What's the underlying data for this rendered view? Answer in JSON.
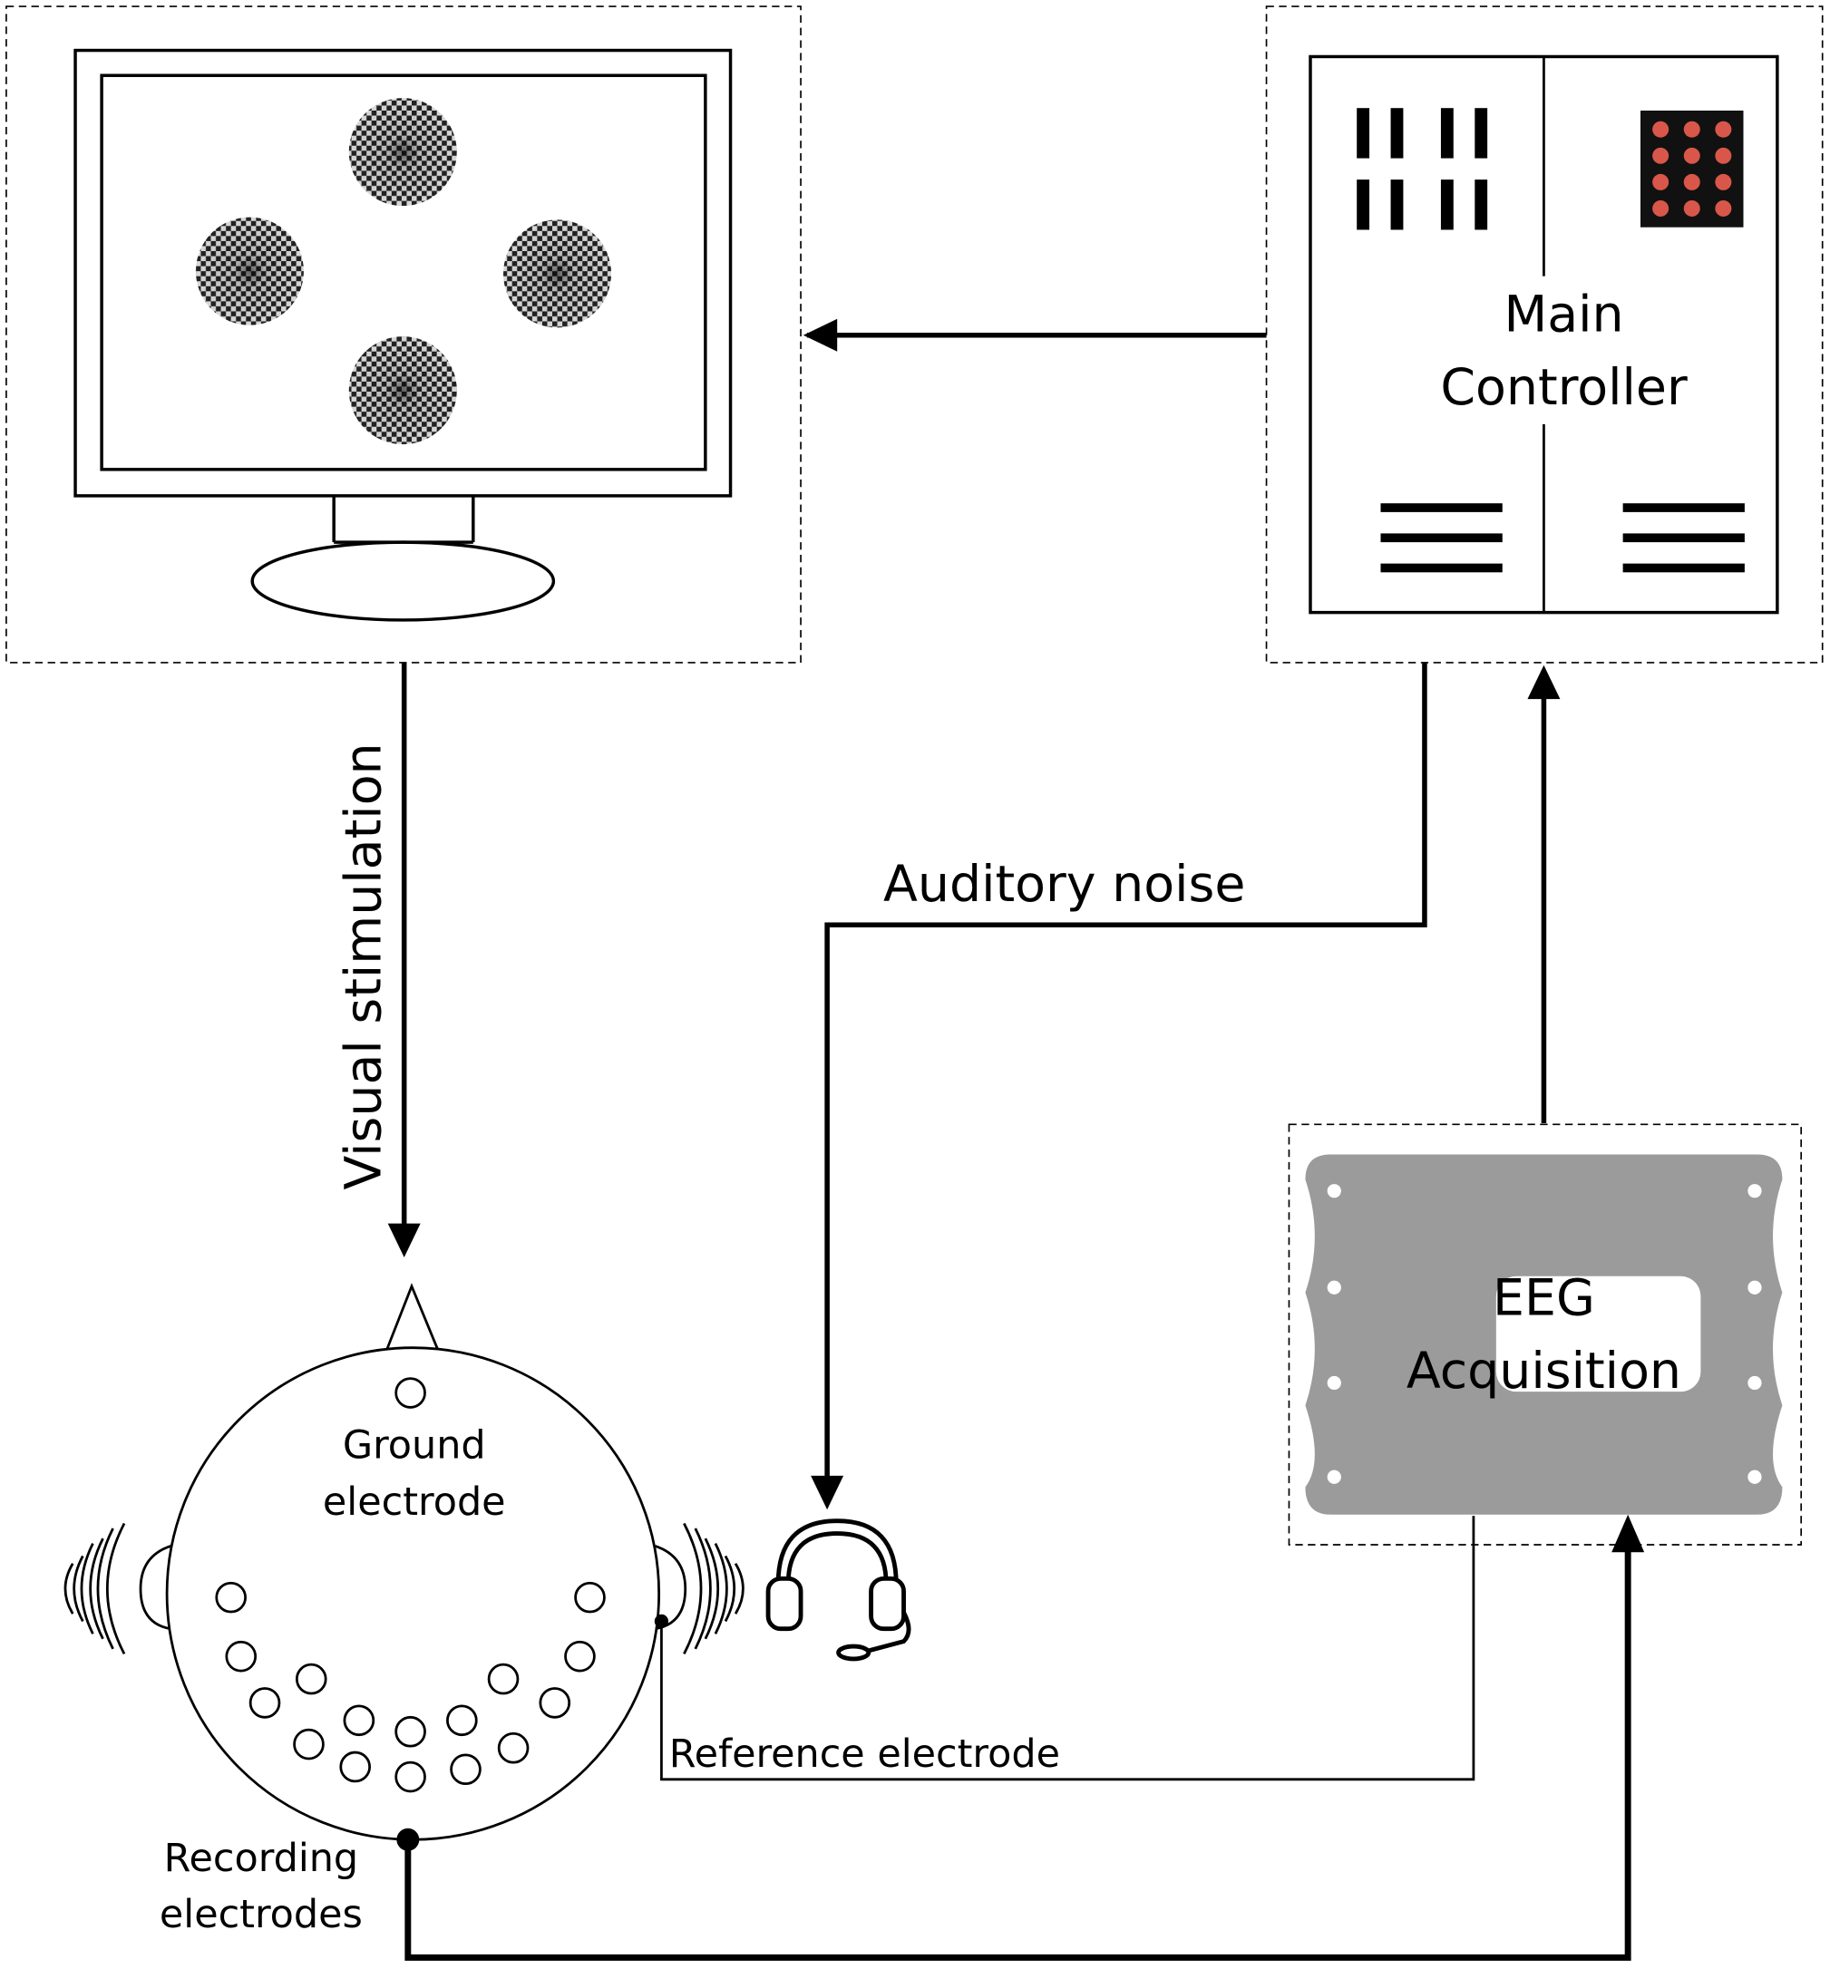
{
  "labels": {
    "main_controller_line1": "Main",
    "main_controller_line2": "Controller",
    "visual_stimulation": "Visual stimulation",
    "auditory_noise": "Auditory noise",
    "eeg_line1": "EEG",
    "eeg_line2": "Acquisition",
    "ground_line1": "Ground",
    "ground_line2": "electrode",
    "reference_electrode": "Reference electrode",
    "recording_line1": "Recording",
    "recording_line2": "electrodes"
  },
  "colors": {
    "line": "#000000",
    "eeg_device": "#9b9b9b",
    "indicator_panel": "#111111",
    "indicator_dots": "#d9574a",
    "checker_light": "#d8d8d8",
    "checker_dark": "#222222"
  },
  "icons": {
    "monitor": "monitor-icon",
    "controller": "controller-icon",
    "eeg": "eeg-device-icon",
    "head": "head-icon",
    "headphones": "headphones-icon",
    "sound_waves": "sound-waves-icon"
  }
}
